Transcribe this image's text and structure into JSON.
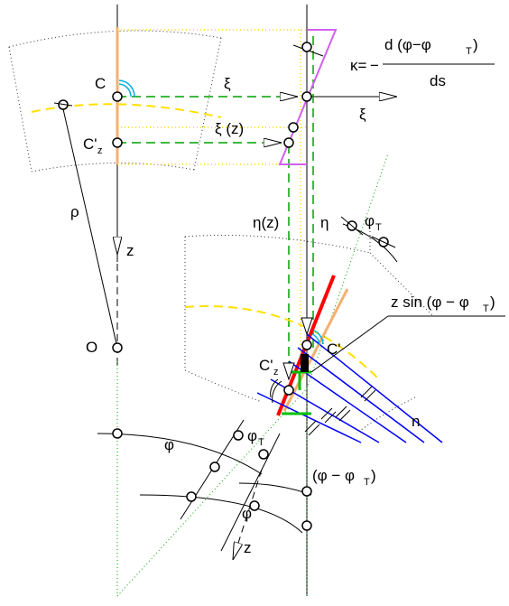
{
  "diagram": {
    "formula": {
      "kappa": "κ=",
      "minus": "−",
      "numerator": "d (φ−φ",
      "numerator_sub": "T",
      "numerator_close": ")",
      "denominator": "ds"
    },
    "labels": {
      "C": "C",
      "Cz_top": "C'",
      "Cz_top_sub": "z",
      "xi_top": "ξ",
      "xi_right": "ξ",
      "xi_z": "ξ (z)",
      "rho": "ρ",
      "z_axis": "z",
      "O": "O",
      "eta_z": "η(z)",
      "eta": "η",
      "phi_T_upper": "φ",
      "phi_T_upper_sub": "T",
      "zsin": "z sin (φ − φ",
      "zsin_sub": "T",
      "zsin_close": ")",
      "C_prime": "C'",
      "Cz_lower": "C'",
      "Cz_lower_sub": "z",
      "n": "n",
      "phi_left": "φ",
      "phi_T_lower": "φ",
      "phi_T_lower_sub": "T",
      "phi_diff": "(φ − φ",
      "phi_diff_sub": "T",
      "phi_diff_close": ")",
      "phi_bottom": "φ",
      "z_bottom": "z"
    },
    "colors": {
      "line": "#000000",
      "dashed_green": "#00a000",
      "dotted_yellow": "#ffd700",
      "dashed_yellow": "#ffe000",
      "orange": "#f5b070",
      "violet": "#d060f0",
      "cyan": "#00b0e0",
      "blue": "#0000ff",
      "red": "#ff0000",
      "green": "#00c000",
      "dotted_gray": "#333333"
    }
  }
}
